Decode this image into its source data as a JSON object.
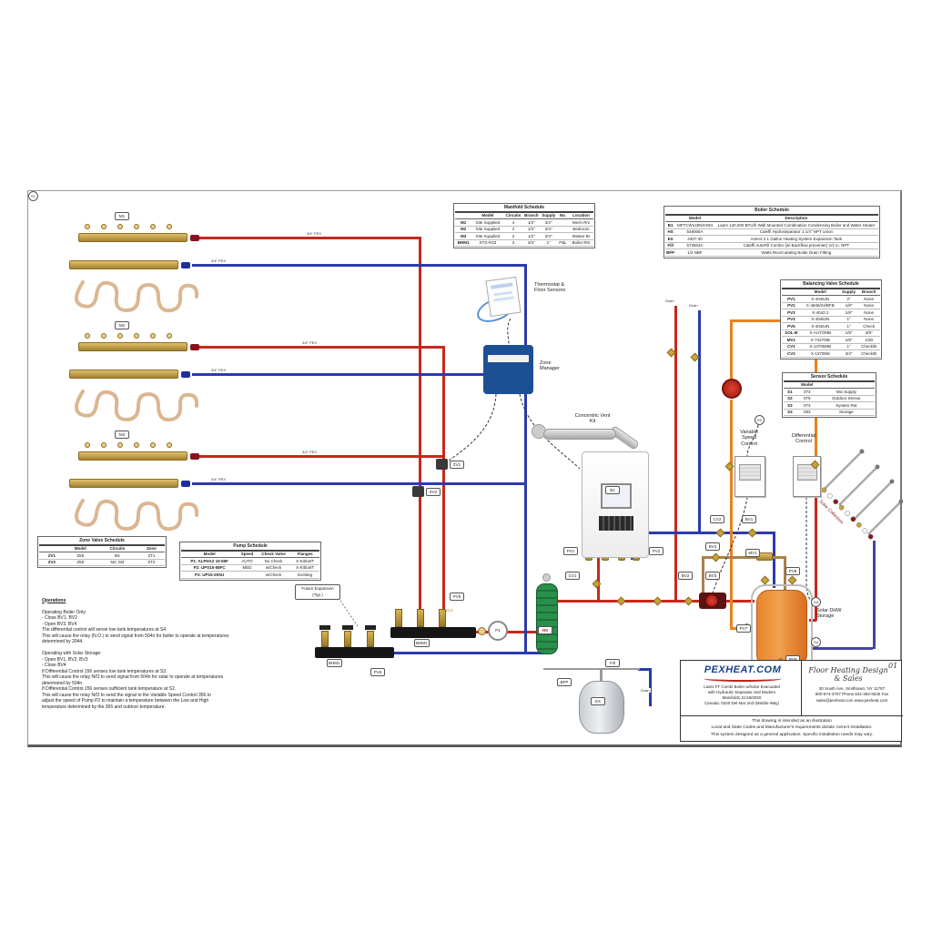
{
  "sheet": {
    "page_number": "01"
  },
  "tables": {
    "manifold": {
      "title": "Manifold Schedule",
      "columns": [
        "",
        "Model",
        "Circuits",
        "Branch",
        "Supply",
        "No.",
        "Location"
      ],
      "rows": [
        [
          "M1",
          "Site Supplied",
          "4",
          "1/2\"",
          "3/4\"",
          "",
          "Mech Rm"
        ],
        [
          "M2",
          "Site Supplied",
          "2",
          "1/2\"",
          "3/4\"",
          "",
          "Bedroom"
        ],
        [
          "M3",
          "Site Supplied",
          "2",
          "1/2\"",
          "3/4\"",
          "",
          "Master Br"
        ],
        [
          "BHM1",
          "STS-R33",
          "3",
          "3/4\"",
          "1\"",
          "P&L",
          "Boiler Rm"
        ]
      ]
    },
    "boiler": {
      "title": "Boiler Schedule",
      "columns": [
        "",
        "Model",
        "Description"
      ],
      "rows": [
        [
          "B1",
          "MFTCW140NGX94",
          "Laars 140,000 BTU/h Wall Mounted Combination Condensing Boiler and Water Heater"
        ],
        [
          "HS",
          "548006A",
          "Caleffi Hydroseparator 1 1/4\" NPT union"
        ],
        [
          "EX",
          "4407-30",
          "Amtrol 2.1 Gallon Heating System Expansion Tank"
        ],
        [
          "Fill",
          "573503A",
          "Caleffi AutoFill Combo (w/ Backflow preventer) 1/2 in. NPT"
        ],
        [
          "BFP",
          "1/2 NBF",
          "Watts Recirculating Boiler Drain Fitting"
        ]
      ]
    },
    "balancing": {
      "title": "Balancing Valve Schedule",
      "columns": [
        "",
        "Model",
        "Supply",
        "Branch"
      ],
      "rows": [
        [
          "PV1",
          "X-4046JN",
          "2\"",
          "None"
        ],
        [
          "PV2",
          "C-4846/24/BFB",
          "1/8\"",
          "None"
        ],
        [
          "PV3",
          "X-4042.2",
          "1/8\"",
          "None"
        ],
        [
          "PV4",
          "X-4046JN",
          "1\"",
          "None"
        ],
        [
          "PV5",
          "X-4046JN",
          "1\"",
          "Check"
        ],
        [
          "SOL-B",
          "X-AUTOMB",
          "1/8\"",
          "3/8\""
        ],
        [
          "MV1",
          "X-7427/5B",
          "1/8\"",
          "1/30"
        ],
        [
          "CV1",
          "X-13705MB",
          "1\"",
          "Check/B"
        ],
        [
          "CV2",
          "X-13705M",
          "3/4\"",
          "Check/B"
        ]
      ]
    },
    "sensor": {
      "title": "Sensor Schedule",
      "columns": [
        "",
        "Model",
        ""
      ],
      "rows": [
        [
          "S1",
          "073",
          "Mix Supply"
        ],
        [
          "S2",
          "079",
          "Outdoor Sensor"
        ],
        [
          "S3",
          "073",
          "System Ret"
        ],
        [
          "S4",
          "083",
          "Storage"
        ]
      ]
    },
    "zone_valve": {
      "title": "Zone Valve Schedule",
      "columns": [
        "",
        "Model",
        "Circuits",
        "Zone"
      ],
      "rows": [
        [
          "ZV1",
          "Z55",
          "M1",
          "ZT1"
        ],
        [
          "ZV2",
          "Z55",
          "M2, M3",
          "ZT2"
        ]
      ]
    },
    "pump": {
      "title": "Pump Schedule",
      "columns": [
        "Model",
        "Speed",
        "Check Valve",
        "Flanges"
      ],
      "rows": [
        [
          "P1: ALPHA2 15-55F",
          "AUTO",
          "No Check",
          "X-Kit/LWT"
        ],
        [
          "P2: UPS15-58FC",
          "MED",
          "w/Check",
          "X-Kit/LWT"
        ],
        [
          "P3: UP15-29SU",
          "",
          "w/Check",
          "Existing"
        ]
      ]
    }
  },
  "labels": {
    "m1": "M1",
    "m2": "M2",
    "m3": "M3",
    "zv1": "ZV1",
    "zv2": "ZV2",
    "b1": "B1",
    "hs": "HS",
    "ex": "EX",
    "bfp": "BFP",
    "fill": "Fill",
    "p1": "P1",
    "bhm1": "BHM1",
    "lwco": "LWCO",
    "pv1": "PV1",
    "pv2": "PV2",
    "pv5": "PV5",
    "pv6": "PV6",
    "pv7": "PV7",
    "pv8": "PV8",
    "pv9": "PV9",
    "cv1": "CV1",
    "cv2": "CV2",
    "bv1": "BV1",
    "bv2": "BV2",
    "bv3": "BV3",
    "bv4": "BV4",
    "mv1": "MV1",
    "s1": "S1",
    "s2": "S2",
    "s3": "S3",
    "s4": "S4",
    "drain": "Drain",
    "pipe_caption": "3/4\" PEX"
  },
  "annotations": {
    "thermostat": "Thermostat &\nFloor Sensors",
    "zone_manager": "Zone\nManager",
    "concentric_vent": "Concentric Vent\nKit",
    "vsc": "Variable\nSpeed\nControl",
    "diff": "Differential\nControl",
    "solar_collectors": "Solar Collectors",
    "solar_storage": "Solar DHW\nStorage",
    "future_expansion": "Future Expansion\n(Typ.)"
  },
  "operations": {
    "title": "Operations",
    "body": "Operating Boiler Only:\n- Close BV1, BV2\n- Open BV3, BV4\n  The differential control will sense low tank temperatures at S4.\n  This will cause the relay (N.O.) to send signal from 504n for boiler to operate at temperatures\ndetermined by 2044.\n\nOperating with Solar Storage:\n- Open BV1, BV2, BV3\n- Close BV4\n  If Differential Control 156 senses low tank temperatures at S3.\n  This will cause the relay N/O to send signal from 504n for solar to operate at temperatures\ndetermined by 504n.\n  If Differential Control 156 senses sufficient tank temperature at S2.\n  This will cause the relay N/O to send the signal to the Variable Speed Control 356 to\nadjust the speed of Pump P2 to maintain a temperature between the Low and High\ntemperature determined by the 365 and outdoor temperature."
  },
  "title_block": {
    "logo": "PEXHEAT.COM",
    "tagline": "Floor Heating Design & Sales",
    "page": "01",
    "project": "Laars FT Combi Boiler w/Solar Evacuated\nwith Hydraulic Separator and Modern\nManifolds 11/19/2020\nCanada: 0340 Del Mar 2nd (Marble Way)",
    "address": "30 South Ave, Smithtown, NY 11787\n800-674-3757 Phone  631-382-6535 Fax\nsales@pexheat.com   www.pexheat.com",
    "disclaimer": "This drawing is intended as an illustration\nLocal and State Codes and Manufacturer's requirements dictate correct installation.\nThis system designed as a general application. Specific installation needs may vary."
  }
}
